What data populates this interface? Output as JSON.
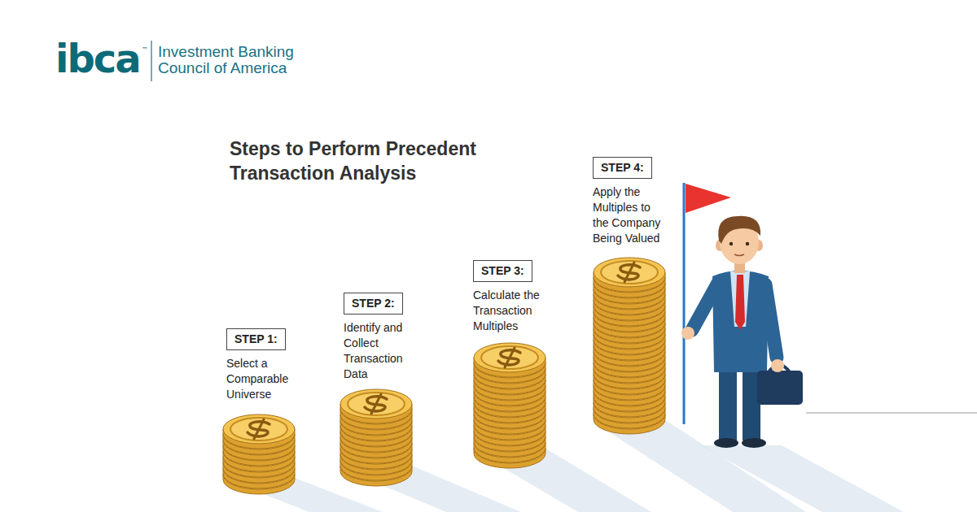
{
  "diagram": {
    "title": "Steps to Perform Precedent Transaction Analysis",
    "nodes": [
      {
        "text": [
          "STEP 1:",
          "Select a Comparable Universe"
        ]
      },
      {
        "text": [
          "STEP 2:",
          "Identify and Collect Transaction Data"
        ]
      },
      {
        "text": [
          "STEP 3:",
          "Calculate the Transaction Multiples"
        ]
      },
      {
        "text": [
          "STEP 4:",
          "Apply the Multiples to the Company Being Valued"
        ]
      }
    ],
    "labels": [
      "ibca",
      "™",
      "Investment Banking Council of America"
    ]
  }
}
